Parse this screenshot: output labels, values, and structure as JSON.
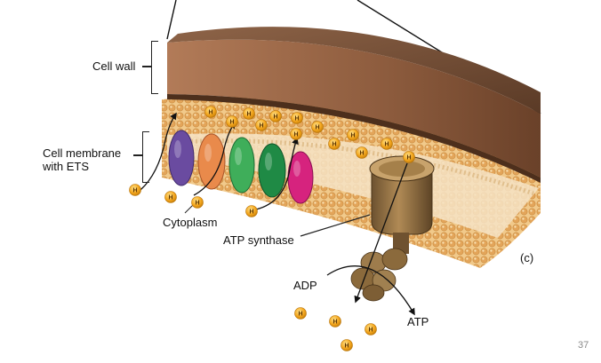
{
  "labels": {
    "cell_wall": "Cell wall",
    "cell_membrane_line1": "Cell membrane",
    "cell_membrane_line2": "with ETS",
    "cytoplasm": "Cytoplasm",
    "atp_synthase": "ATP synthase",
    "adp": "ADP",
    "atp": "ATP",
    "panel": "(c)",
    "proton": "H"
  },
  "slide_number": "37",
  "colors": {
    "wall_top": "#6f4a32",
    "wall_face": "#8a5a3c",
    "membrane": "#e9b86a",
    "protein_purple": "#6a4ba0",
    "protein_orange": "#e98a4b",
    "protein_green_light": "#3fae5a",
    "protein_green_dark": "#1f8a45",
    "protein_pink": "#d6237e",
    "synthase": "#8b6a3c",
    "proton": "#f0a81e"
  }
}
